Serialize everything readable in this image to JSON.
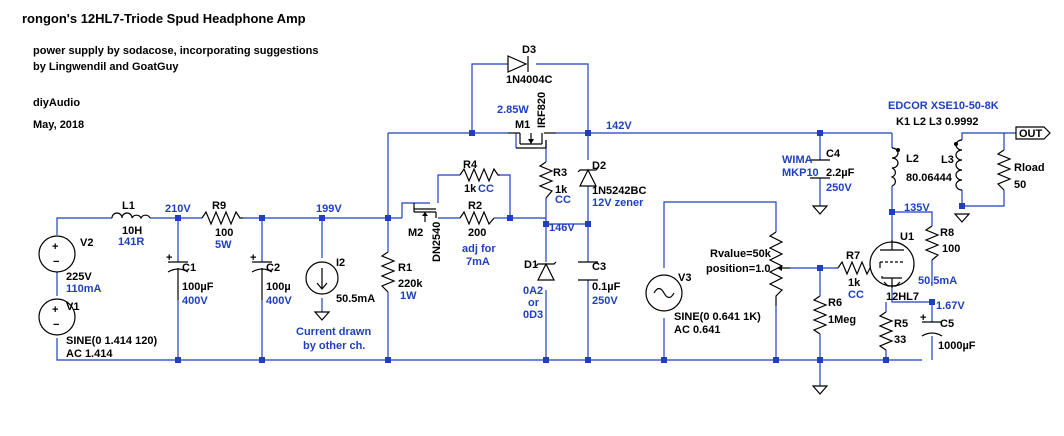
{
  "header": {
    "title": "rongon's 12HL7-Triode Spud Headphone Amp",
    "credits_line1": "power supply by sodacose, incorporating suggestions",
    "credits_line2": "by Lingwendil and GoatGuy",
    "site": "diyAudio",
    "date": "May, 2018"
  },
  "components": {
    "V2": {
      "ref": "V2",
      "value": "225V",
      "extra": "110mA"
    },
    "V1": {
      "ref": "V1",
      "value": "SINE(0 1.414 120)",
      "extra": "AC 1.414"
    },
    "L1": {
      "ref": "L1",
      "value": "10H",
      "extra": "141R"
    },
    "R9": {
      "ref": "R9",
      "value": "100",
      "extra": "5W"
    },
    "C1": {
      "ref": "C1",
      "value": "100µF",
      "extra": "400V"
    },
    "C2": {
      "ref": "C2",
      "value": "100µ",
      "extra": "400V"
    },
    "I2": {
      "ref": "I2",
      "value": "50.5mA",
      "note1": "Current drawn",
      "note2": "by other ch."
    },
    "R1": {
      "ref": "R1",
      "value": "220k",
      "extra": "1W"
    },
    "M2": {
      "ref": "M2",
      "value": "DN2540"
    },
    "R4": {
      "ref": "R4",
      "value": "1k",
      "extra": "CC"
    },
    "R2": {
      "ref": "R2",
      "value": "200",
      "note1": "adj for",
      "note2": "7mA"
    },
    "D3": {
      "ref": "D3",
      "value": "1N4004C"
    },
    "M1": {
      "ref": "M1",
      "value": "IRF820",
      "extra": "2.85W"
    },
    "R3": {
      "ref": "R3",
      "value": "1k",
      "extra": "CC"
    },
    "D2": {
      "ref": "D2",
      "value": "1N5242BC",
      "extra": "12V zener"
    },
    "D1": {
      "ref": "D1",
      "value": "0A2",
      "note1": "or",
      "note2": "0D3"
    },
    "C3": {
      "ref": "C3",
      "value": "0.1µF",
      "extra": "250V"
    },
    "C4": {
      "ref": "C4",
      "value": "2.2µF",
      "extra": "250V",
      "note1": "WIMA",
      "note2": "MKP10"
    },
    "V3": {
      "ref": "V3",
      "value": "SINE(0 0.641 1K)",
      "extra": "AC 0.641"
    },
    "pot": {
      "line1": "Rvalue=50k",
      "line2": "position=1.0"
    },
    "R7": {
      "ref": "R7",
      "value": "1k",
      "extra": "CC"
    },
    "R6": {
      "ref": "R6",
      "value": "1Meg"
    },
    "U1": {
      "ref": "U1",
      "value": "12HL7",
      "extra": "50.5mA"
    },
    "R8": {
      "ref": "R8",
      "value": "100"
    },
    "R5": {
      "ref": "R5",
      "value": "33"
    },
    "C5": {
      "ref": "C5",
      "value": "1000µF"
    },
    "transformer": {
      "model": "EDCOR XSE10-50-8K",
      "coupling": "K1 L2 L3 0.9992"
    },
    "L2": {
      "ref": "L2",
      "value": "80.06444"
    },
    "L3": {
      "ref": "L3"
    },
    "Rload": {
      "ref": "Rload",
      "value": "50"
    },
    "out": {
      "label": "OUT"
    }
  },
  "nodes": {
    "n210": "210V",
    "n199": "199V",
    "n142": "142V",
    "n146": "146V",
    "n135": "135V",
    "n167": "1.67V"
  },
  "colors": {
    "wire": "#1f3fbf",
    "component": "#000000",
    "annotation": "#1f3fbf"
  }
}
